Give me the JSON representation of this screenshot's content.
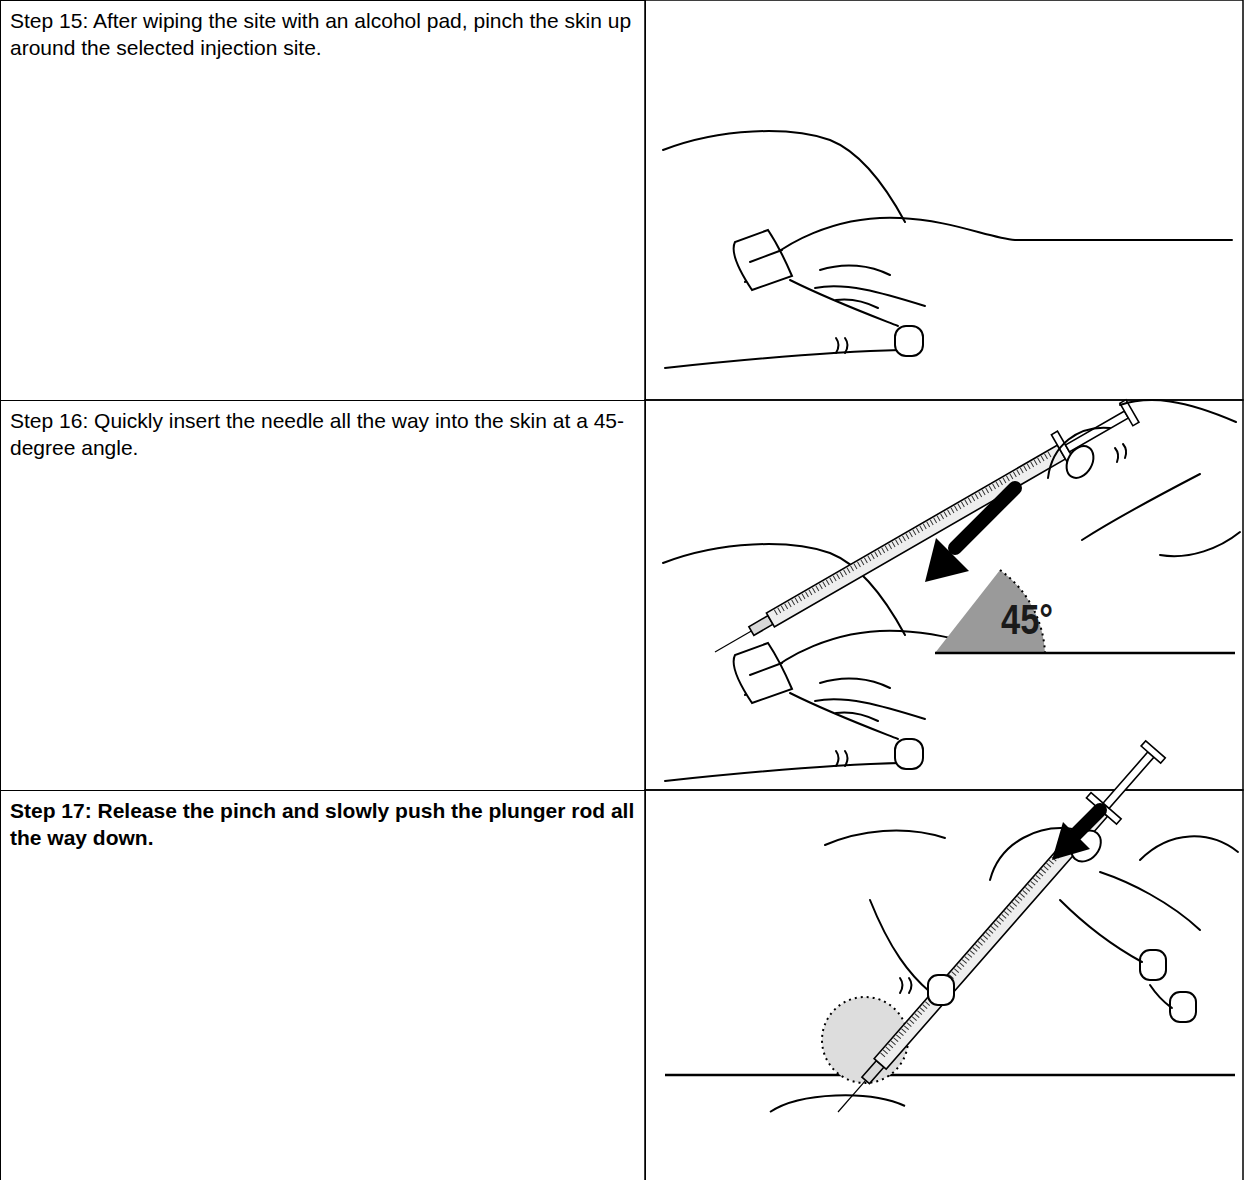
{
  "diagram": {
    "nodes": [
      {
        "text": [
          "Step 15: After wiping the site with an alcohol pad, pinch the skin up around the selected injection site."
        ]
      },
      {
        "text": [
          "Step 16: Quickly insert the needle all the way into the skin at a 45-degree angle."
        ]
      },
      {
        "text": [
          "Step 17: Release the pinch and slowly push the plunger rod all the way down."
        ]
      }
    ],
    "labels": [
      "45°"
    ]
  }
}
